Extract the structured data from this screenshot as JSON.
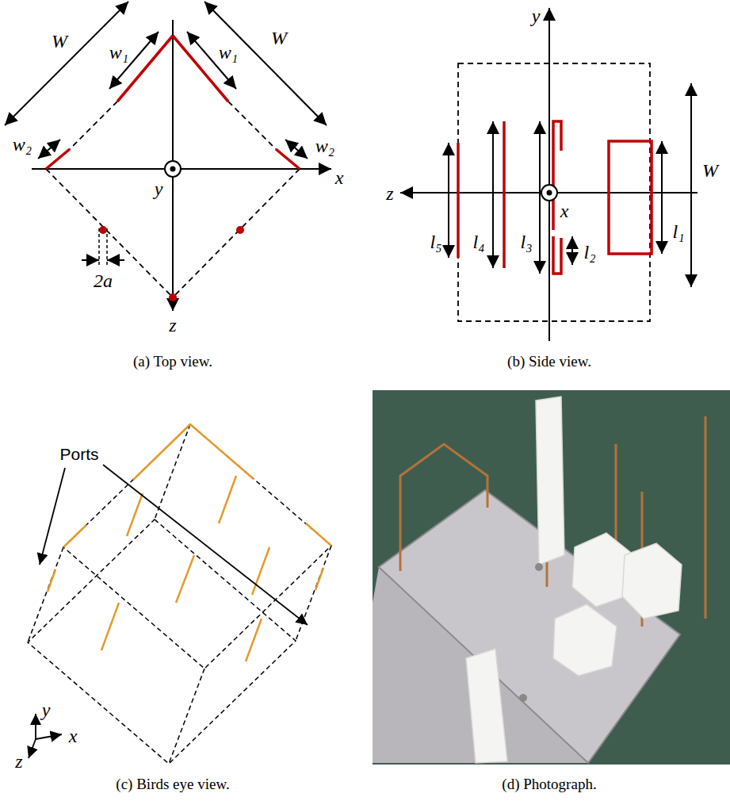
{
  "diagram": {
    "labels": [
      "W",
      "w₁",
      "w₁",
      "W",
      "w₂",
      "w₂",
      "x",
      "y",
      "2a",
      "z",
      "(a) Top view.",
      "y",
      "z",
      "x",
      "l₅",
      "l₄",
      "l₃",
      "l₂",
      "l₁",
      "W",
      "(b) Side view.",
      "Ports",
      "y",
      "x",
      "z",
      "(c) Birds eye view.",
      "(d) Photograph."
    ]
  }
}
